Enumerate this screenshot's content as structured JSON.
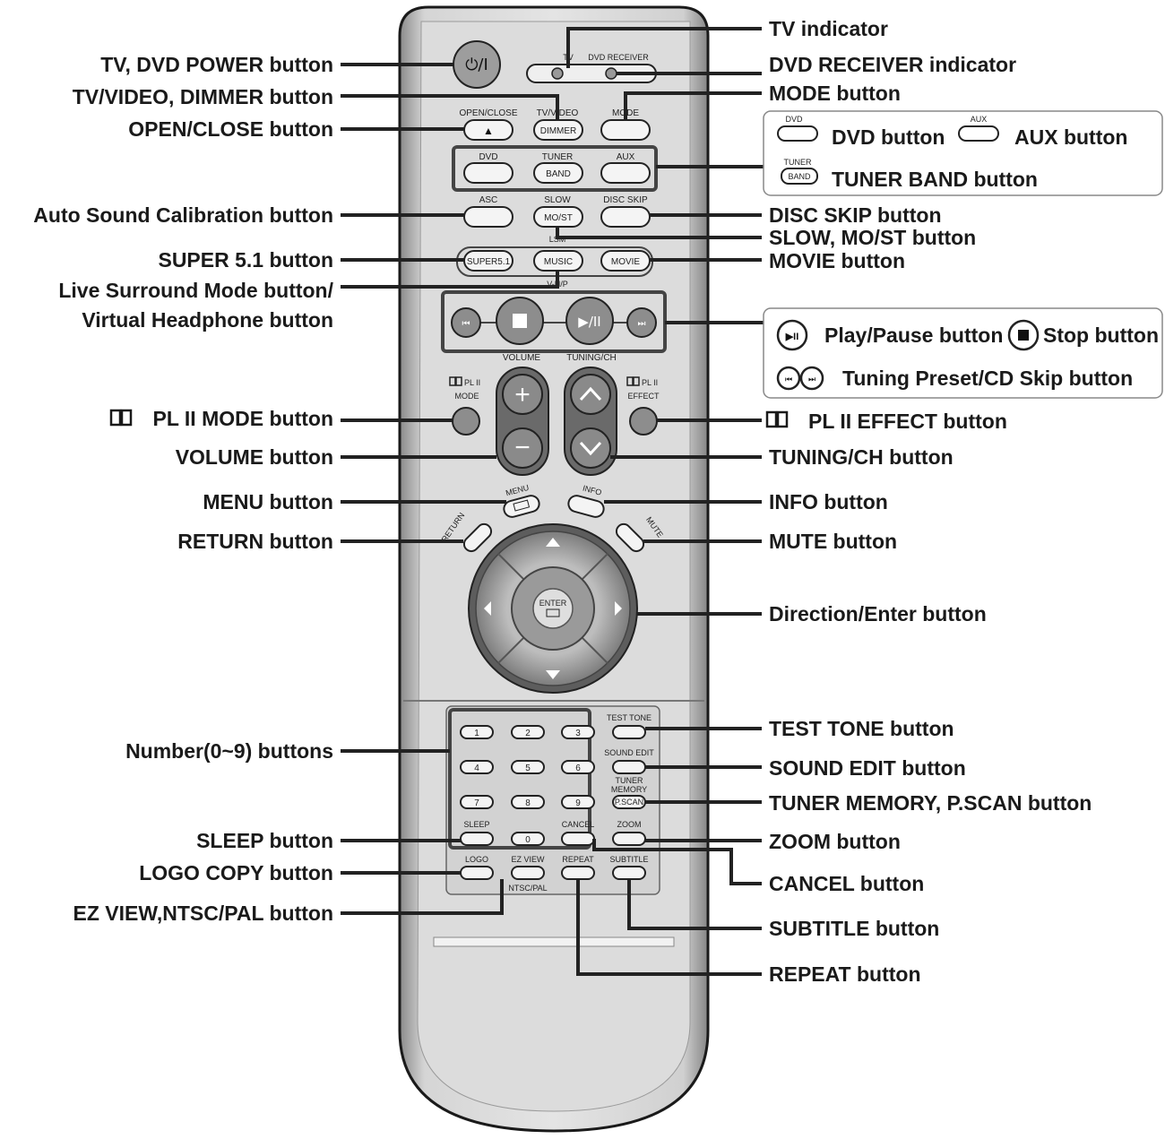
{
  "callouts_left": [
    "TV, DVD POWER button",
    "TV/VIDEO, DIMMER button",
    "OPEN/CLOSE button",
    "Auto Sound Calibration button",
    "SUPER 5.1 button",
    "Live Surround Mode button/",
    "Virtual Headphone button",
    "PL II MODE button",
    "VOLUME button",
    "MENU button",
    "RETURN button",
    "Number(0~9) buttons",
    "SLEEP button",
    "LOGO COPY button",
    "EZ VIEW,NTSC/PAL button"
  ],
  "callouts_right": [
    "TV indicator",
    "DVD RECEIVER indicator",
    "MODE button",
    "DISC SKIP button",
    "SLOW, MO/ST button",
    "MOVIE button",
    "PL II EFFECT button",
    "TUNING/CH button",
    "INFO button",
    "MUTE button",
    "Direction/Enter button",
    "TEST TONE button",
    "SOUND EDIT button",
    "TUNER MEMORY, P.SCAN button",
    "ZOOM button",
    "CANCEL button",
    "SUBTITLE button",
    "REPEAT button"
  ],
  "box_function": {
    "dvd_key": "DVD",
    "dvd_label": "DVD button",
    "aux_key": "AUX",
    "aux_label": "AUX button",
    "tuner_key": "TUNER",
    "band_key": "BAND",
    "tuner_label": "TUNER BAND button"
  },
  "box_playback": {
    "play_label": "Play/Pause button",
    "stop_label": "Stop button",
    "skip_label": "Tuning Preset/CD Skip button"
  },
  "remote_keys": {
    "tv": "TV",
    "dvd_receiver": "DVD RECEIVER",
    "open_close": "OPEN/CLOSE",
    "tv_video": "TV/VIDEO",
    "dimmer": "DIMMER",
    "mode": "MODE",
    "dvd": "DVD",
    "tuner": "TUNER",
    "band": "BAND",
    "aux": "AUX",
    "asc": "ASC",
    "slow": "SLOW",
    "mo_st": "MO/ST",
    "disc_skip": "DISC SKIP",
    "lsm": "LSM",
    "super51": "SUPER5.1",
    "music": "MUSIC",
    "movie": "MOVIE",
    "vhp": "V-H/P",
    "volume": "VOLUME",
    "tuning_ch": "TUNING/CH",
    "pl2": "PL II",
    "pl2_mode": "MODE",
    "pl2_effect": "EFFECT",
    "menu": "MENU",
    "info": "INFO",
    "return": "RETURN",
    "mute": "MUTE",
    "enter": "ENTER",
    "test_tone": "TEST TONE",
    "sound_edit": "SOUND EDIT",
    "tuner_memory_1": "TUNER",
    "tuner_memory_2": "MEMORY",
    "p_scan": "P.SCAN",
    "sleep": "SLEEP",
    "cancel": "CANCEL",
    "zoom": "ZOOM",
    "logo": "LOGO",
    "ez_view": "EZ VIEW",
    "ntsc_pal": "NTSC/PAL",
    "repeat": "REPEAT",
    "subtitle": "SUBTITLE",
    "numbers": [
      "1",
      "2",
      "3",
      "4",
      "5",
      "6",
      "7",
      "8",
      "9",
      "0"
    ]
  }
}
